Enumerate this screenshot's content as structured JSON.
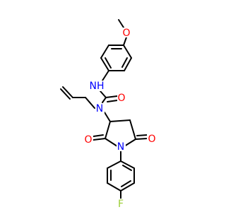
{
  "molecule": {
    "atoms": {
      "o_methoxy": {
        "symbol": "O",
        "color": "#ff0000"
      },
      "nh_urea": {
        "symbol": "NH",
        "color": "#0000ff"
      },
      "o_carbonyl_urea": {
        "symbol": "O",
        "color": "#ff0000"
      },
      "n_allyl": {
        "symbol": "N",
        "color": "#0000ff"
      },
      "o_ring_left": {
        "symbol": "O",
        "color": "#ff0000"
      },
      "o_ring_right": {
        "symbol": "O",
        "color": "#ff0000"
      },
      "n_ring": {
        "symbol": "N",
        "color": "#0000ff"
      },
      "f_aryl": {
        "symbol": "F",
        "color": "#9acd32"
      }
    },
    "bond_color": "#000000"
  }
}
